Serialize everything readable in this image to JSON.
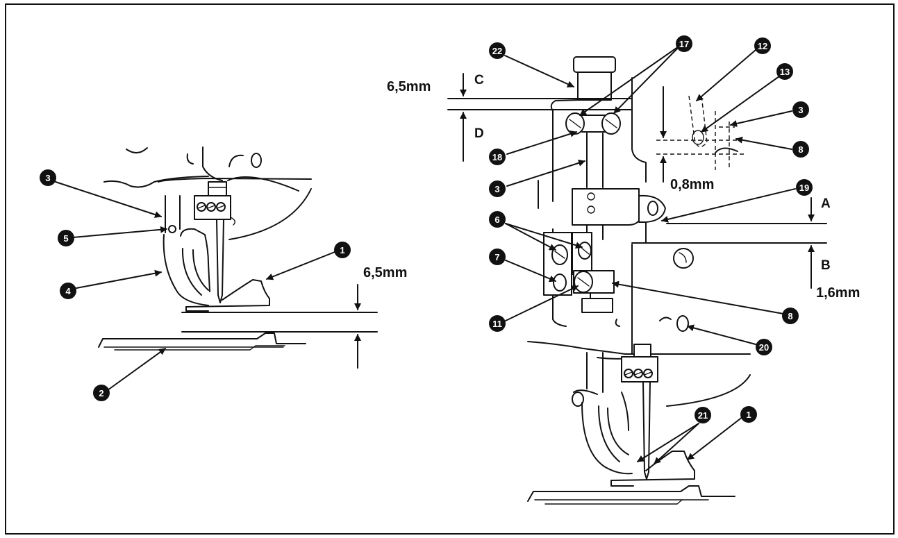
{
  "dimensions": {
    "left_gap": "6,5mm",
    "top_gap": "6,5mm",
    "small_gap": "0,8mm",
    "bottom_gap": "1,6mm"
  },
  "letters": {
    "c": "C",
    "d": "D",
    "a": "A",
    "b": "B"
  },
  "callouts": {
    "left_3": "3",
    "left_5": "5",
    "left_4": "4",
    "left_1": "1",
    "left_2": "2",
    "r_22": "22",
    "r_17": "17",
    "r_12": "12",
    "r_13": "13",
    "r_3a": "3",
    "r_8a": "8",
    "r_18": "18",
    "r_3b": "3",
    "r_19": "19",
    "r_6": "6",
    "r_7": "7",
    "r_11": "11",
    "r_8b": "8",
    "r_20": "20",
    "r_21": "21",
    "r_1": "1"
  }
}
